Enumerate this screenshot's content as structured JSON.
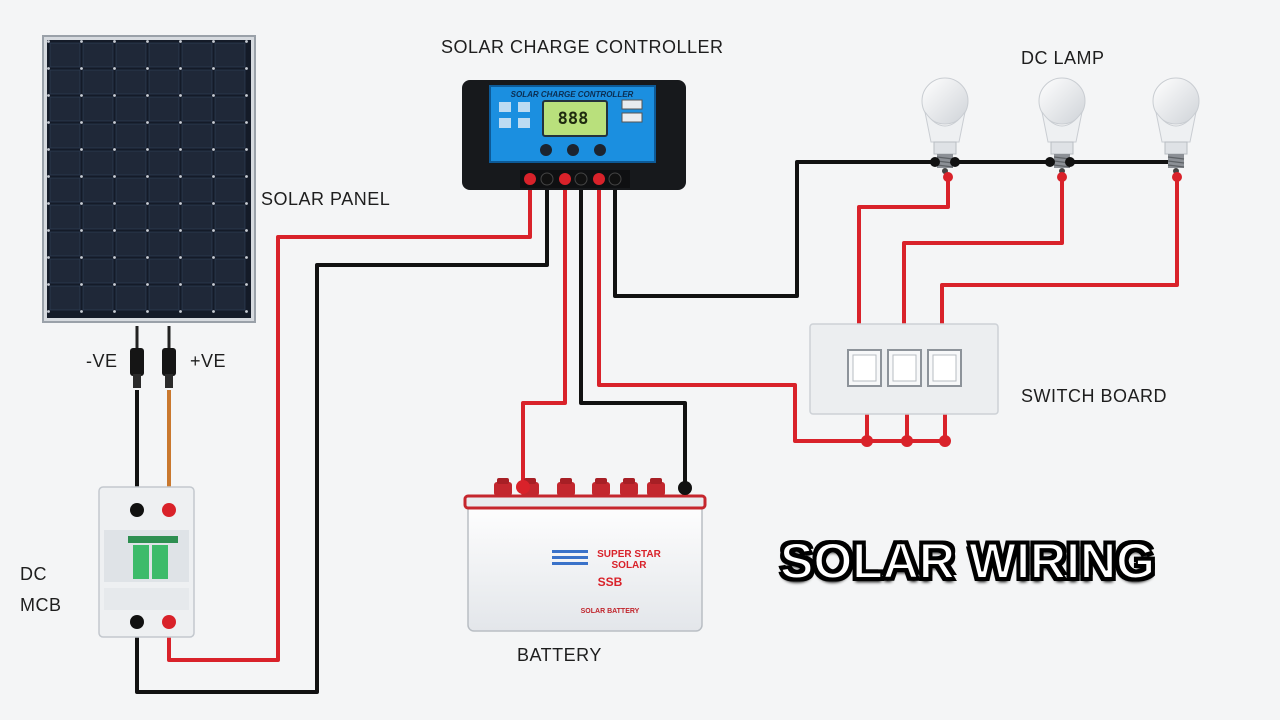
{
  "labels": {
    "controller": "SOLAR CHARGE CONTROLLER",
    "panel": "SOLAR PANEL",
    "lamp": "DC LAMP",
    "switch_board": "SWITCH BOARD",
    "battery": "BATTERY",
    "mcb_line1": "DC",
    "mcb_line2": "MCB",
    "neg": "-VE",
    "pos": "+VE",
    "title": "SOLAR WIRING"
  },
  "controller_face": {
    "header": "SOLAR CHARGE CONTROLLER",
    "display": "888"
  },
  "battery_face": {
    "brand_line1": "SUPER STAR",
    "brand_line2": "SOLAR",
    "model": "SSB",
    "tagline": "SOLAR BATTERY"
  },
  "colors": {
    "positive_wire": "#d9222a",
    "negative_wire": "#111111",
    "panel_cell": "#1c2433",
    "controller_screen": "#1b8fe0",
    "background": "#f4f5f6"
  }
}
